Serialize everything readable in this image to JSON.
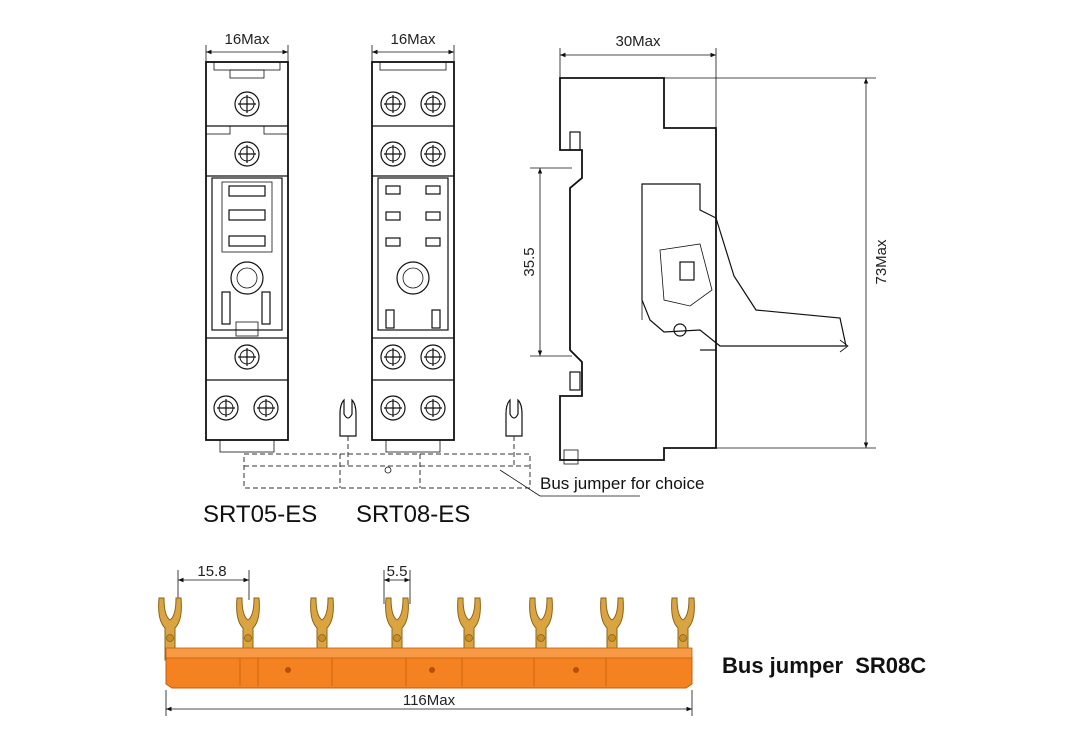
{
  "dimensions": {
    "srt05_width": "16Max",
    "srt08_width": "16Max",
    "side_depth": "30Max",
    "rail_height": "35.5",
    "total_height": "73Max",
    "jumper_pitch": "15.8",
    "fork_width": "5.5",
    "jumper_length": "116Max"
  },
  "labels": {
    "srt05": "SRT05-ES",
    "srt08": "SRT08-ES",
    "bus_choice": "Bus jumper for choice",
    "bus_title": "Bus jumper  SR08C"
  },
  "colors": {
    "jumper_body": "#F58220",
    "fork_metal": "#D9A441",
    "line": "#111111"
  }
}
